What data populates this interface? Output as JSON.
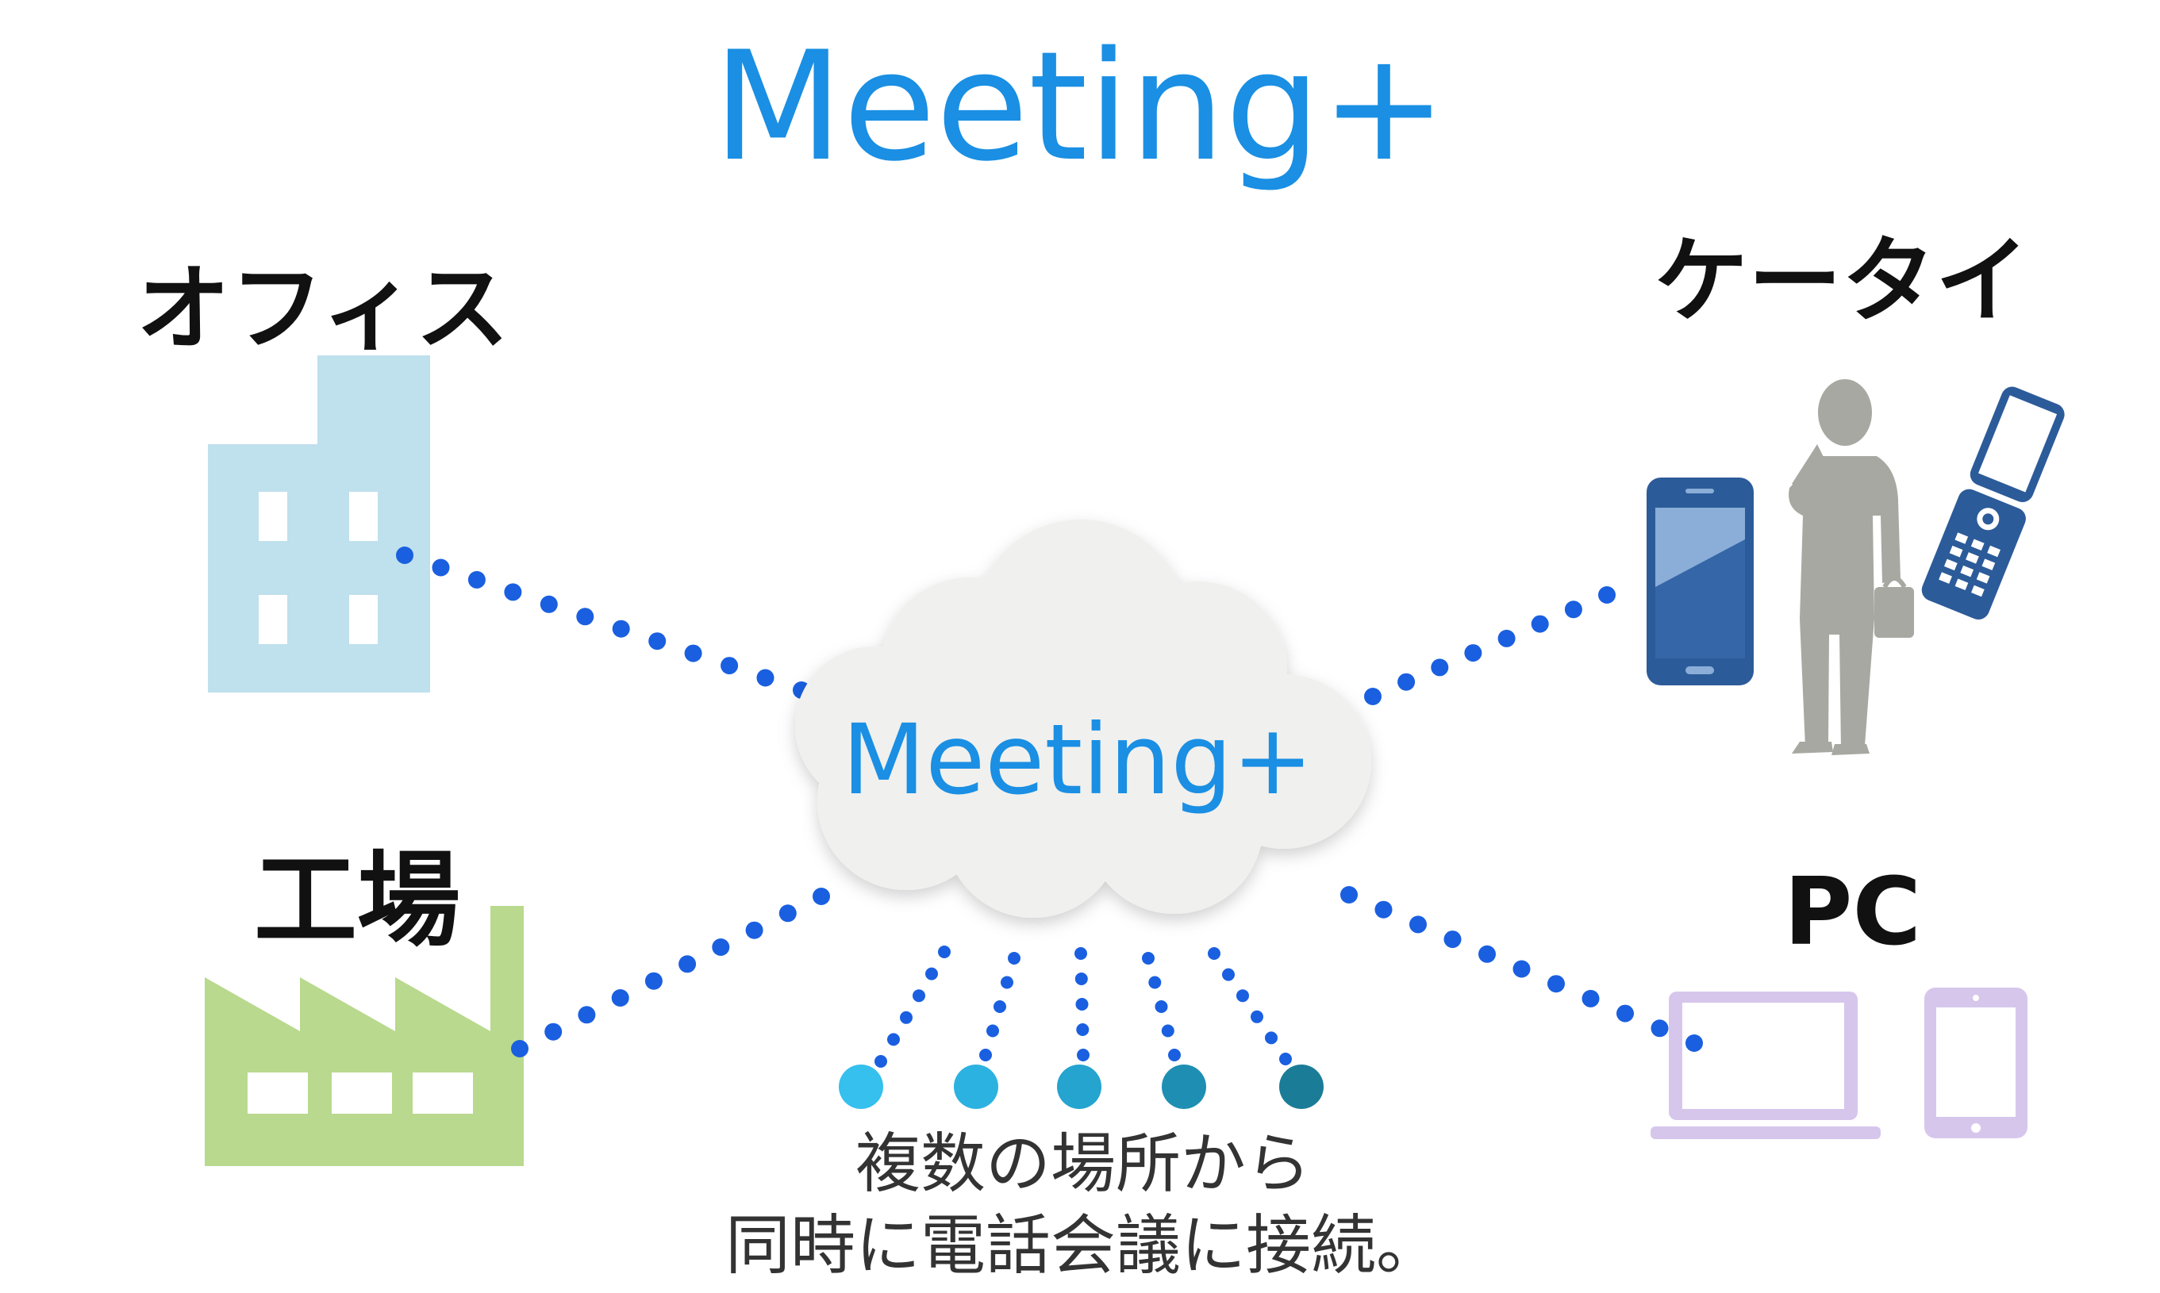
{
  "title": "Meeting+",
  "cloud_label": "Meeting+",
  "labels": {
    "office": "オフィス",
    "factory": "工場",
    "mobile": "ケータイ",
    "pc": "PC"
  },
  "caption": {
    "line1": "複数の場所から",
    "line2": "同時に電話会議に接続。"
  },
  "colors": {
    "brand_blue": "#1a8fe3",
    "dot_blue": "#1a5fe0",
    "office_building": "#bfe0ed",
    "factory": "#b9d98e",
    "phone": "#2c5b99",
    "person": "#a8a8a2",
    "device_purple": "#d6c6ec",
    "cloud": "#f0f0ee",
    "endpoint_dots": [
      "#35c0ee",
      "#2cb2e0",
      "#24a4cf",
      "#1e8fb3",
      "#1b7c98"
    ]
  },
  "icons": [
    "office-building-icon",
    "factory-icon",
    "smartphone-icon",
    "businessman-icon",
    "flip-phone-icon",
    "laptop-icon",
    "tablet-icon",
    "cloud-icon"
  ]
}
